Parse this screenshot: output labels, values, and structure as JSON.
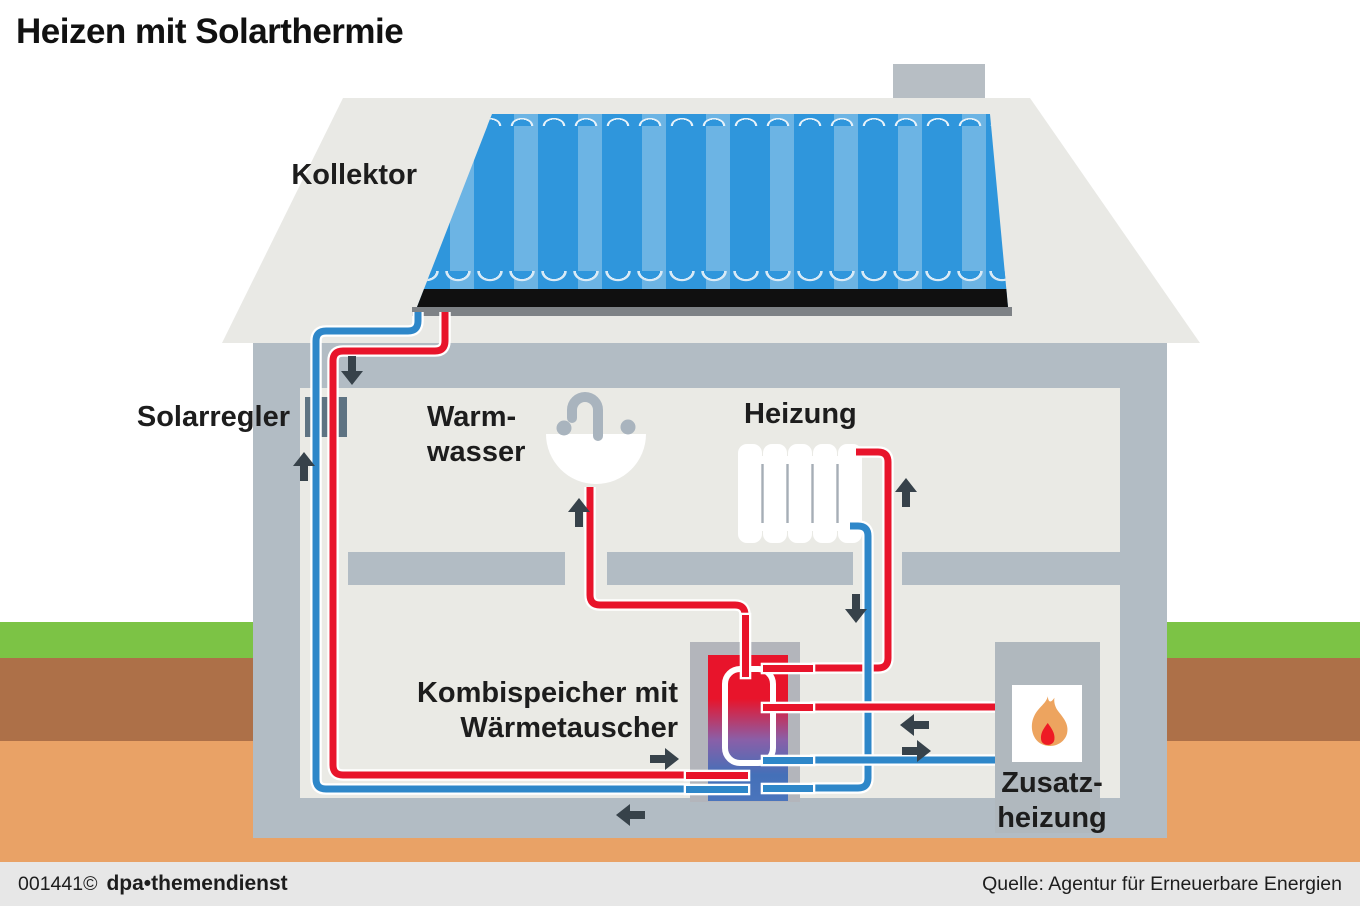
{
  "title": "Heizen mit Solarthermie",
  "labels": {
    "kollektor": "Kollektor",
    "solarregler": "Solarregler",
    "warmwasser_line1": "Warm-",
    "warmwasser_line2": "wasser",
    "heizung": "Heizung",
    "kombispeicher_line1": "Kombispeicher mit",
    "kombispeicher_line2": "Wärmetauscher",
    "zusatzheizung_line1": "Zusatz-",
    "zusatzheizung_line2": "heizung"
  },
  "footer": {
    "id_number": "001441©",
    "brand": "dpa•themendienst",
    "source": "Quelle: Agentur für Erneuerbare Energien"
  },
  "colors": {
    "hot_pipe": "#e8142b",
    "cold_pipe": "#2e87c9",
    "collector_stripe_dark": "#2f96dc",
    "collector_stripe_light": "#6cb4e4",
    "wall": "#b2bcc4",
    "interior": "#eaeae5",
    "roof": "#e9e9e5",
    "grass": "#7cc345",
    "soil_dark": "#ad7048",
    "soil_light": "#e9a266",
    "solar_controller_box": "#5e7382",
    "flow_arrow": "#37424a",
    "tank_top": "#e8142b",
    "tank_bottom": "#4a74bc",
    "flame_outer": "#eda45f",
    "flame_inner": "#ee1b24"
  },
  "icons": {
    "collector": "solar-collector-icon",
    "sink": "sink-icon",
    "radiator": "radiator-icon",
    "tank": "storage-tank-icon",
    "coil": "heat-exchanger-coil-icon",
    "flame": "flame-icon",
    "controller": "solar-controller-icon"
  }
}
